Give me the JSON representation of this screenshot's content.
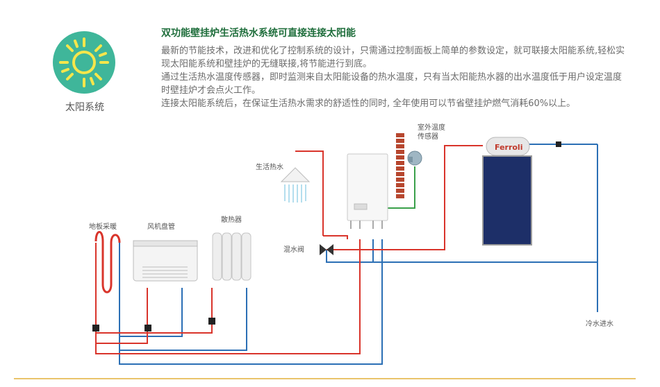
{
  "badge": {
    "label": "太阳系统",
    "icon": "sun-icon"
  },
  "headline": "双功能壁挂炉生活热水系统可直接连接太阳能",
  "paragraphs": [
    "最新的节能技术，改进和优化了控制系统的设计，只需通过控制面板上简单的参数设定，就可联接太阳能系统,轻松实现太阳能系统和壁挂炉的无缝联接,将节能进行到底。",
    "通过生活热水温度传感器，即时监测来自太阳能设备的热水温度，只有当太阳能热水器的出水温度低于用户设定温度时壁挂炉才会点火工作。",
    "连接太阳能系统后，在保证生活热水需求的舒适性的同时, 全年使用可以节省壁挂炉燃气消耗60%以上。"
  ],
  "diagram": {
    "labels": {
      "floor_heating": "地板采暖",
      "fan_coil": "风机盘管",
      "radiator": "散热器",
      "hot_water": "生活热水",
      "mixing_valve": "混水阀",
      "outdoor_sensor": "室外温度\n传感器",
      "cold_water_in": "冷水进水",
      "brand": "Ferroli"
    },
    "colors": {
      "hot": "#d9342b",
      "cold": "#2b6fb5",
      "sensor": "#3aa04a",
      "brand_green": "#1f6e3c",
      "sun_bg": "#3fb69a",
      "sun_rays": "#f6e64b"
    }
  }
}
